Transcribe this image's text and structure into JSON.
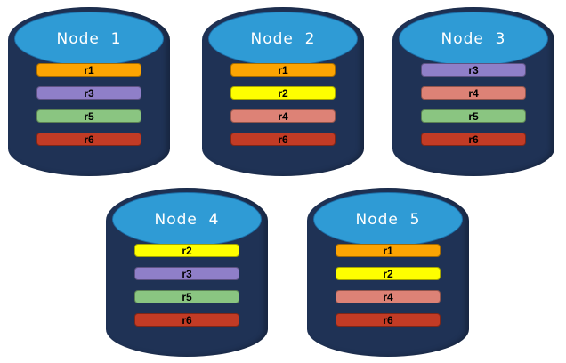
{
  "colors": {
    "cylinder_body": "#1F3255",
    "cylinder_top": "#2F9BD5",
    "title_text": "#FFFFFF",
    "bar_text": "#000000"
  },
  "palette": {
    "r1": "#FCA402",
    "r2": "#FEFE00",
    "r3": "#8F7FC8",
    "r4": "#DD8276",
    "r5": "#8AC581",
    "r6": "#C23B25"
  },
  "nodes": [
    {
      "title": "Node  1",
      "bars": [
        {
          "label": "r1",
          "color": "#FCA402"
        },
        {
          "label": "r3",
          "color": "#8F7FC8"
        },
        {
          "label": "r5",
          "color": "#8AC581"
        },
        {
          "label": "r6",
          "color": "#C23B25"
        }
      ]
    },
    {
      "title": "Node  2",
      "bars": [
        {
          "label": "r1",
          "color": "#FCA402"
        },
        {
          "label": "r2",
          "color": "#FEFE00"
        },
        {
          "label": "r4",
          "color": "#DD8276"
        },
        {
          "label": "r6",
          "color": "#C23B25"
        }
      ]
    },
    {
      "title": "Node  3",
      "bars": [
        {
          "label": "r3",
          "color": "#8F7FC8"
        },
        {
          "label": "r4",
          "color": "#DD8276"
        },
        {
          "label": "r5",
          "color": "#8AC581"
        },
        {
          "label": "r6",
          "color": "#C23B25"
        }
      ]
    },
    {
      "title": "Node  4",
      "bars": [
        {
          "label": "r2",
          "color": "#FEFE00"
        },
        {
          "label": "r3",
          "color": "#8F7FC8"
        },
        {
          "label": "r5",
          "color": "#8AC581"
        },
        {
          "label": "r6",
          "color": "#C23B25"
        }
      ]
    },
    {
      "title": "Node  5",
      "bars": [
        {
          "label": "r1",
          "color": "#FCA402"
        },
        {
          "label": "r2",
          "color": "#FEFE00"
        },
        {
          "label": "r4",
          "color": "#DD8276"
        },
        {
          "label": "r6",
          "color": "#C23B25"
        }
      ]
    }
  ]
}
